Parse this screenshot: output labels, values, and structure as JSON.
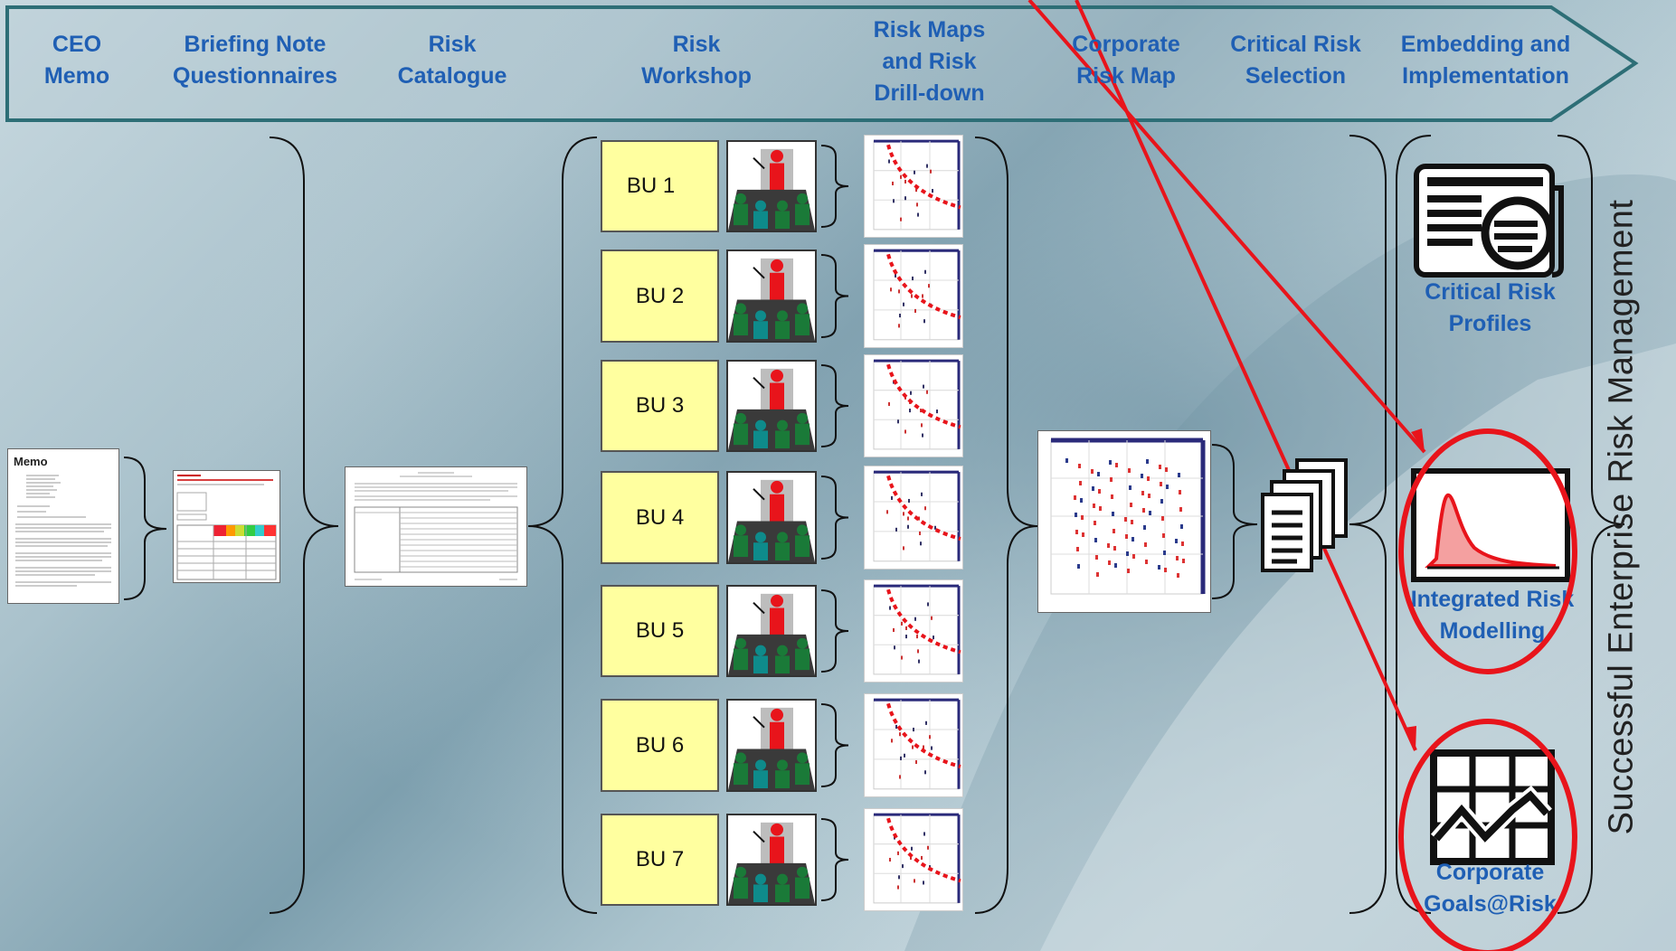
{
  "stages": [
    "CEO Memo",
    "Briefing Note Questionnaires",
    "Risk Catalogue",
    "Risk Workshop",
    "Risk Maps and Risk Drill-down",
    "Corporate Risk Map",
    "Critical Risk Selection",
    "Embedding and Implementation"
  ],
  "stage_lines": [
    [
      "CEO",
      "Memo"
    ],
    [
      "Briefing Note",
      "Questionnaires"
    ],
    [
      "Risk",
      "Catalogue"
    ],
    [
      "Risk",
      "Workshop"
    ],
    [
      "Risk Maps",
      "and Risk",
      "Drill-down"
    ],
    [
      "Corporate",
      "Risk Map"
    ],
    [
      "Critical Risk",
      "Selection"
    ],
    [
      "Embedding and",
      "Implementation"
    ]
  ],
  "business_units": [
    "BU 1",
    "BU 2",
    "BU 3",
    "BU 4",
    "BU 5",
    "BU 6",
    "BU 7"
  ],
  "memo": {
    "title": "Memo"
  },
  "outputs": {
    "critical_risk_profiles": [
      "Critical Risk",
      "Profiles"
    ],
    "integrated_risk_modelling": [
      "Integrated Risk",
      "Modelling"
    ],
    "corporate_goals_at_risk": [
      "Corporate",
      "Goals@Risk"
    ]
  },
  "vertical_label": "Successful Enterprise Risk Management",
  "colors": {
    "stage_text": "#1f5fb4",
    "arrow_border": "#2d6e76",
    "bu_fill": "#ffff9f",
    "highlight": "#e8141b"
  }
}
